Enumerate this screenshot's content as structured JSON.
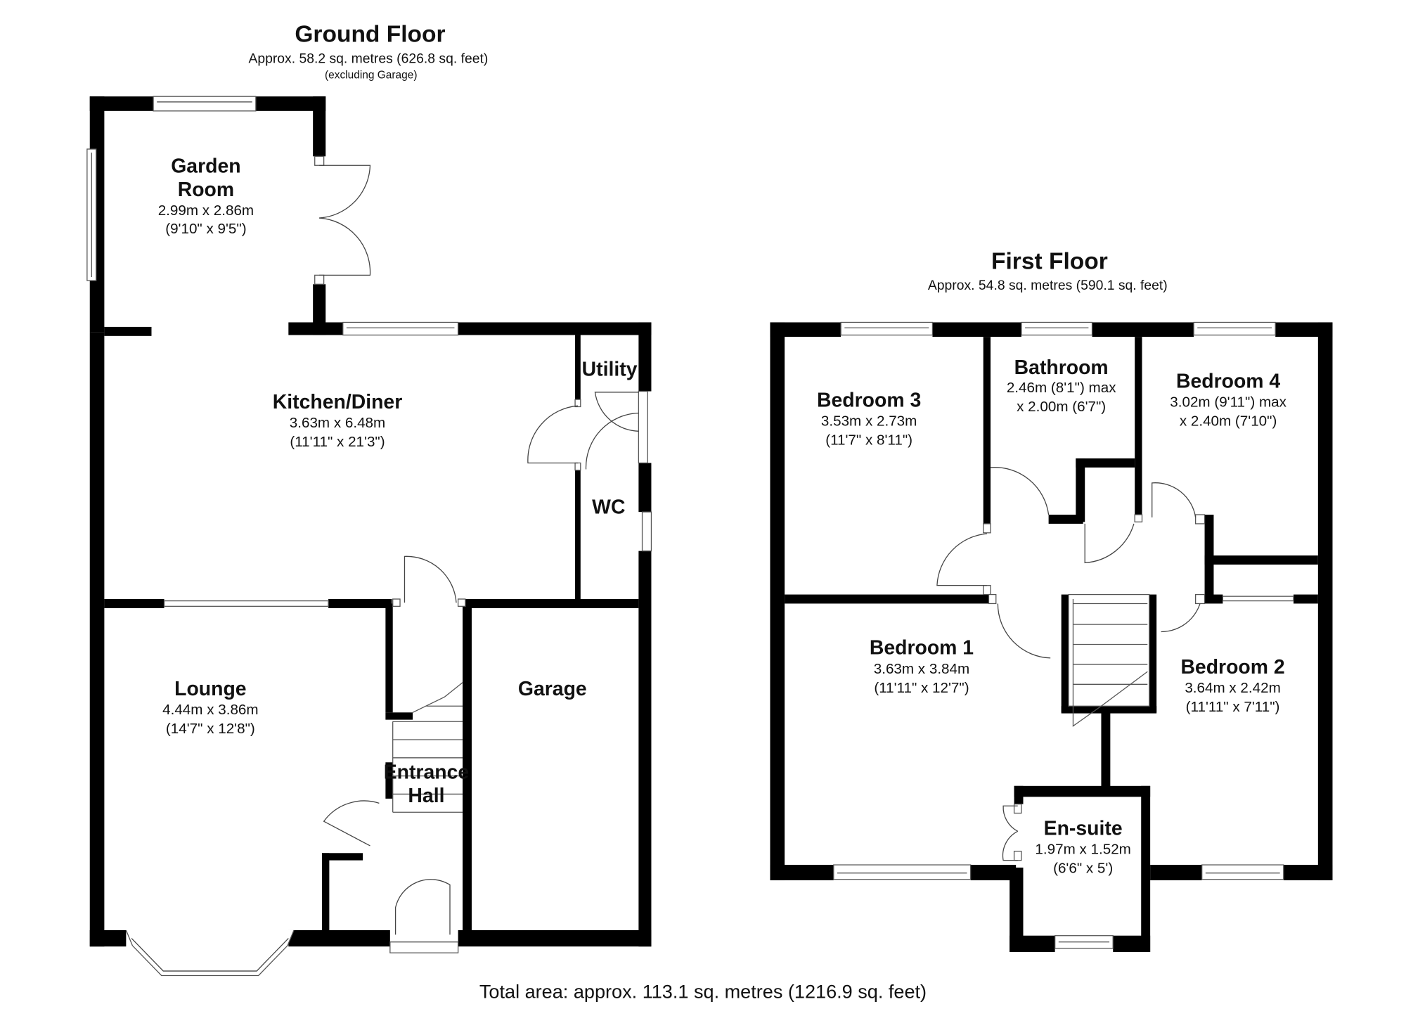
{
  "ground_floor": {
    "title": "Ground Floor",
    "area": "Approx. 58.2 sq. metres (626.8 sq. feet)",
    "note": "(excluding Garage)",
    "rooms": {
      "garden_room": {
        "name_line1": "Garden",
        "name_line2": "Room",
        "metric": "2.99m x 2.86m",
        "imperial": "(9'10\" x 9'5\")"
      },
      "kitchen": {
        "name": "Kitchen/Diner",
        "metric": "3.63m x 6.48m",
        "imperial": "(11'11\" x 21'3\")"
      },
      "utility": {
        "name": "Utility"
      },
      "wc": {
        "name": "WC"
      },
      "lounge": {
        "name": "Lounge",
        "metric": "4.44m x 3.86m",
        "imperial": "(14'7\" x 12'8\")"
      },
      "entrance_hall": {
        "name_line1": "Entrance",
        "name_line2": "Hall"
      },
      "garage": {
        "name": "Garage"
      }
    }
  },
  "first_floor": {
    "title": "First Floor",
    "area": "Approx. 54.8 sq. metres (590.1 sq. feet)",
    "rooms": {
      "bedroom3": {
        "name": "Bedroom 3",
        "metric": "3.53m x 2.73m",
        "imperial": "(11'7\" x 8'11\")"
      },
      "bathroom": {
        "name": "Bathroom",
        "line1": "2.46m (8'1\") max",
        "line2": "x 2.00m (6'7\")"
      },
      "bedroom4": {
        "name": "Bedroom 4",
        "line1": "3.02m (9'11\") max",
        "line2": "x 2.40m (7'10\")"
      },
      "bedroom1": {
        "name": "Bedroom 1",
        "metric": "3.63m x 3.84m",
        "imperial": "(11'11\" x 12'7\")"
      },
      "bedroom2": {
        "name": "Bedroom 2",
        "metric": "3.64m x 2.42m",
        "imperial": "(11'11\" x 7'11\")"
      },
      "ensuite": {
        "name": "En-suite",
        "metric": "1.97m x 1.52m",
        "imperial": "(6'6\" x 5')"
      }
    }
  },
  "total": "Total area: approx. 113.1 sq. metres (1216.9 sq. feet)"
}
